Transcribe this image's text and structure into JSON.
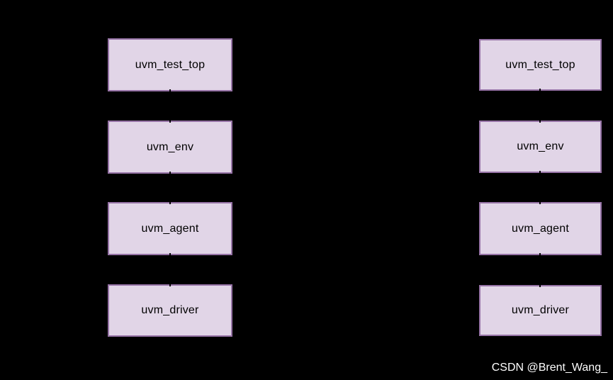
{
  "canvas": {
    "background": "#000000"
  },
  "diagram": {
    "style": {
      "box_fill": "#e1d5e7",
      "box_border": "#9673a6",
      "label_color": "#000000",
      "connector_color": "#000000"
    },
    "columns": [
      {
        "id": "left",
        "boxes": [
          "uvm_test_top",
          "uvm_env",
          "uvm_agent",
          "uvm_driver"
        ]
      },
      {
        "id": "right",
        "boxes": [
          "uvm_test_top",
          "uvm_env",
          "uvm_agent",
          "uvm_driver"
        ]
      }
    ]
  },
  "watermark": {
    "text": "CSDN @Brent_Wang_",
    "color": "#ffffff"
  }
}
